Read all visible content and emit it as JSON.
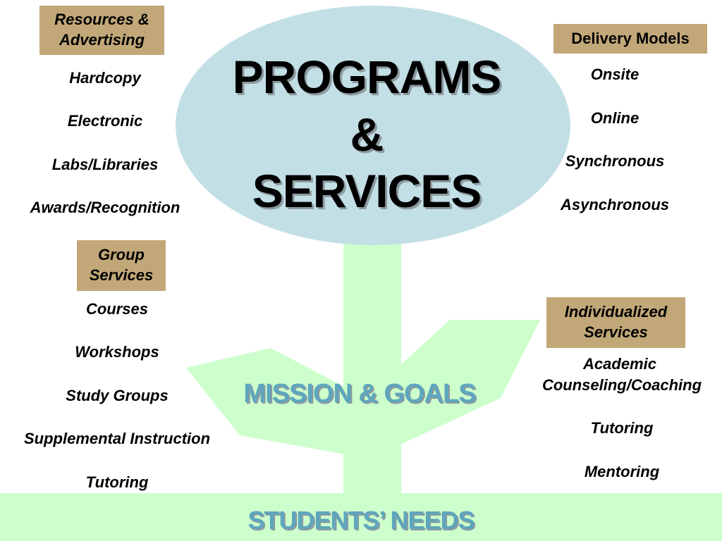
{
  "colors": {
    "ellipse": "#c3dfe6",
    "plant_green": "#ccffcc",
    "tan_box": "#c2a878",
    "accent_text": "#5ea6bd"
  },
  "center": {
    "line1": "PROGRAMS",
    "line2": "&",
    "line3": "SERVICES"
  },
  "stem_label": "MISSION & GOALS",
  "ground_label": "STUDENTS’ NEEDS",
  "resources": {
    "header_line1": "Resources &",
    "header_line2": "Advertising",
    "items": [
      "Hardcopy",
      "Electronic",
      "Labs/Libraries",
      "Awards/Recognition"
    ]
  },
  "delivery": {
    "header": "Delivery Models",
    "items": [
      "Onsite",
      "Online",
      "Synchronous",
      "Asynchronous"
    ]
  },
  "group": {
    "header_line1": "Group",
    "header_line2": "Services",
    "items": [
      "Courses",
      "Workshops",
      "Study Groups",
      "Supplemental Instruction",
      "Tutoring"
    ]
  },
  "individual": {
    "header_line1": "Individualized",
    "header_line2": "Services",
    "items": [
      "Academic",
      "Counseling/Coaching",
      "Tutoring",
      "Mentoring"
    ]
  }
}
